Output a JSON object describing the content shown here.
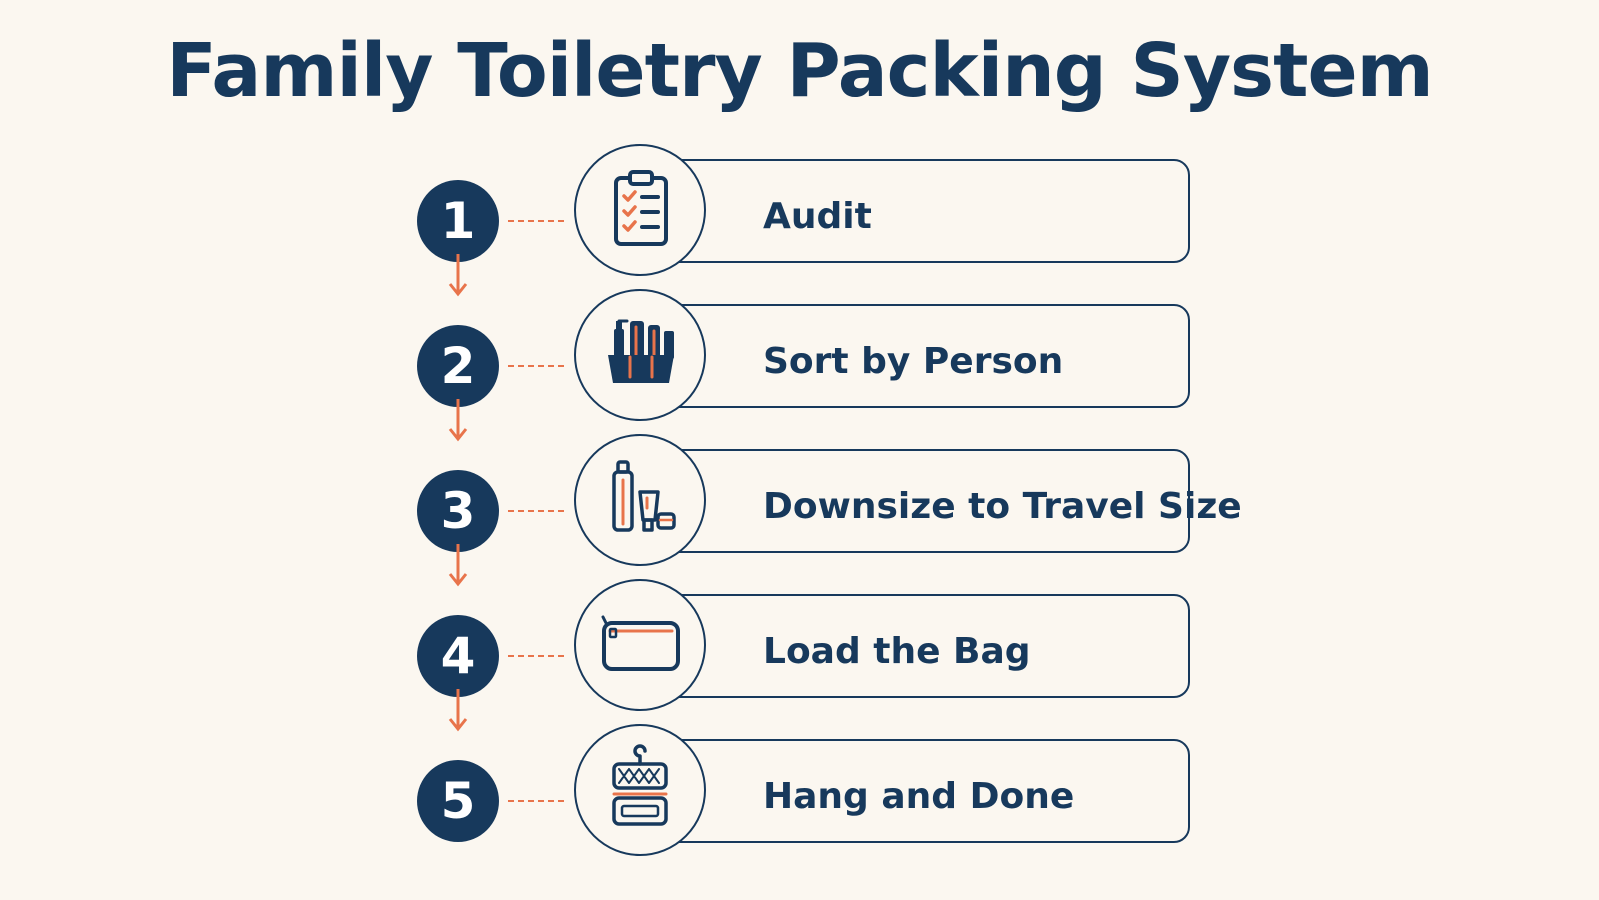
{
  "title": "Family Toiletry Packing System",
  "colors": {
    "navy": "#17395c",
    "accent": "#e8744b",
    "background": "#fbf7f0"
  },
  "steps": [
    {
      "number": "1",
      "label": "Audit",
      "icon": "clipboard-checklist-icon"
    },
    {
      "number": "2",
      "label": "Sort by Person",
      "icon": "toiletry-caddy-icon"
    },
    {
      "number": "3",
      "label": "Downsize to Travel Size",
      "icon": "travel-bottles-icon"
    },
    {
      "number": "4",
      "label": "Load the Bag",
      "icon": "zipper-pouch-icon"
    },
    {
      "number": "5",
      "label": "Hang and Done",
      "icon": "hanging-toiletry-bag-icon"
    }
  ]
}
